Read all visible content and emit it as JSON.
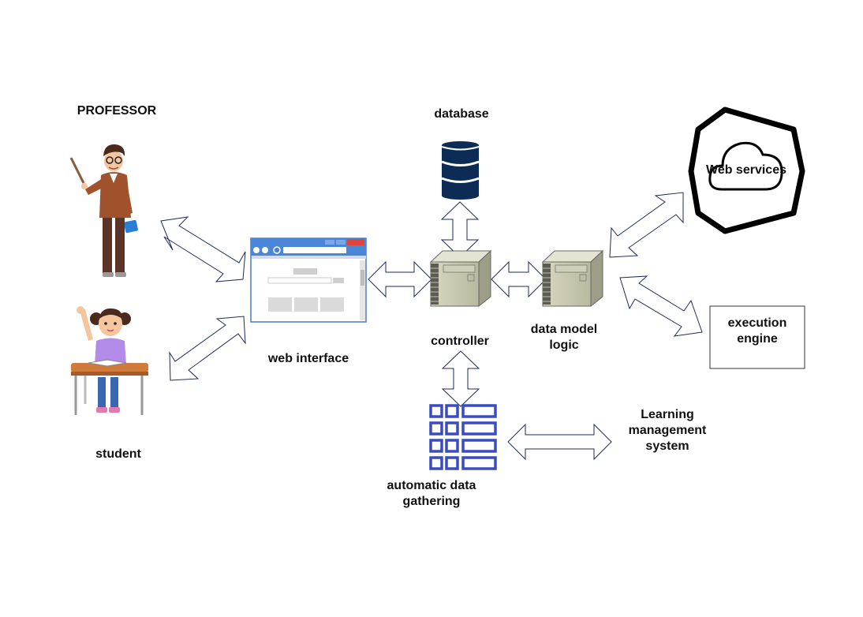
{
  "diagram": {
    "labels": {
      "professor": "PROFESSOR",
      "student": "student",
      "web_interface": "web interface",
      "database": "database",
      "controller": "controller",
      "data_model_logic_1": "data model",
      "data_model_logic_2": "logic",
      "web_services": "Web services",
      "execution_engine_1": "execution",
      "execution_engine_2": "engine",
      "lms_1": "Learning",
      "lms_2": "management",
      "lms_3": "system",
      "adg_1": "automatic data",
      "adg_2": "gathering"
    },
    "colors": {
      "arrow_stroke": "#1f2a5c",
      "database_fill": "#0d2c55",
      "grid_icon": "#3a4cc0",
      "server_body": "#c8c8b0",
      "hexagon_stroke": "#000000"
    },
    "icons": [
      "professor-figure",
      "student-figure",
      "browser-window-icon",
      "database-cylinder-icon",
      "server-icon",
      "cloud-icon",
      "grid-table-icon"
    ]
  }
}
